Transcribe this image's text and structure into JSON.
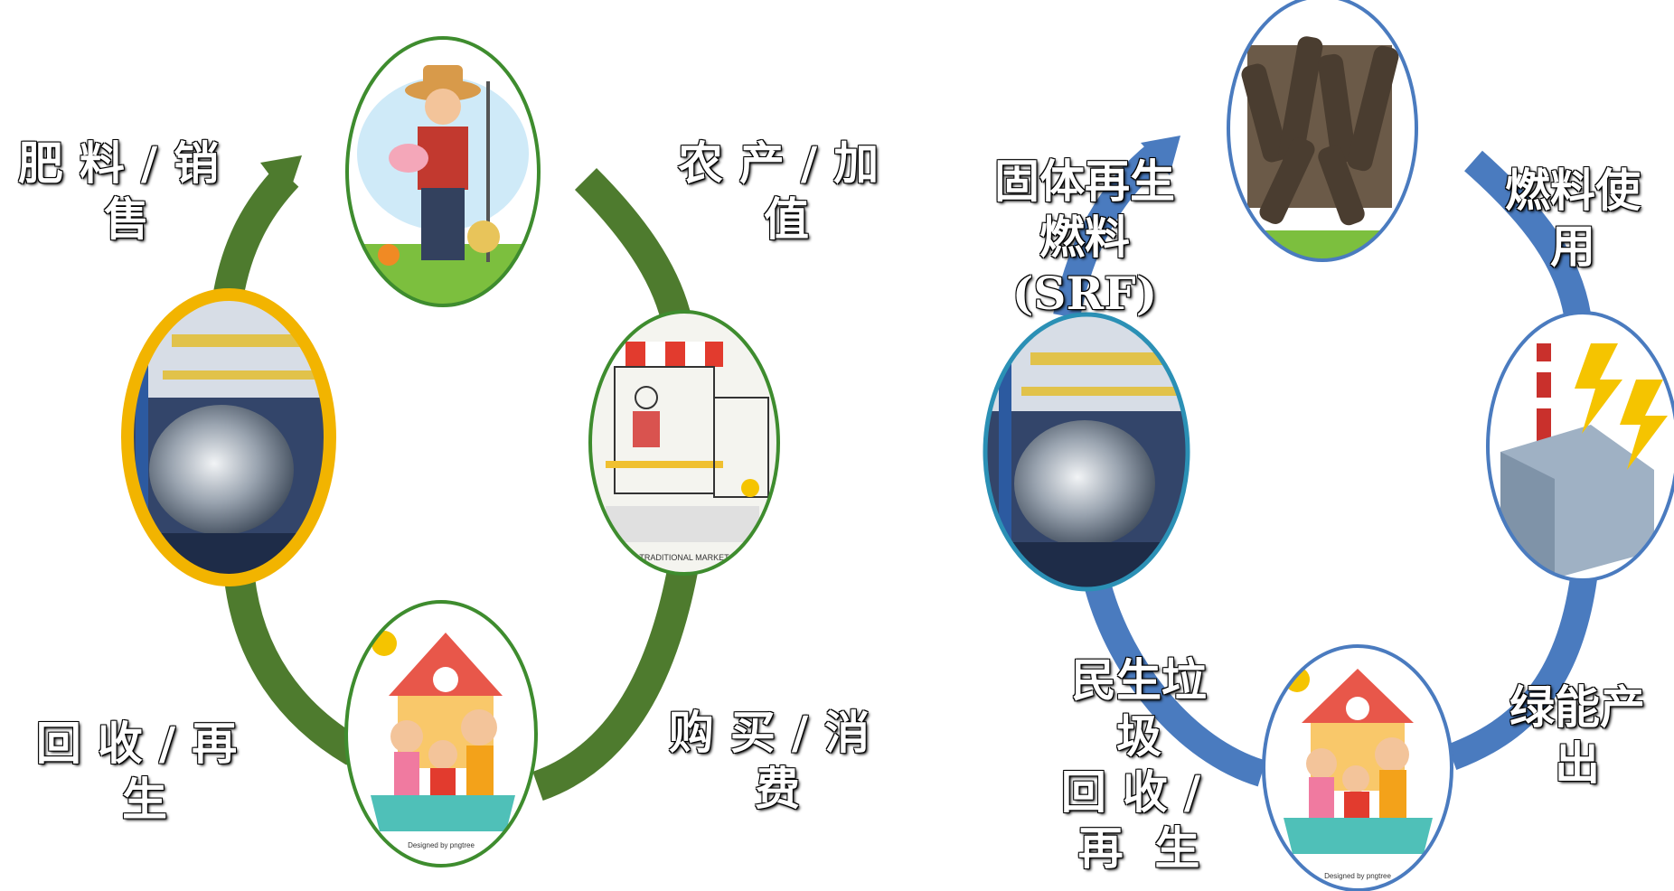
{
  "left_cycle": {
    "color": "#4e7b2e",
    "labels": {
      "fertilizer_l1": "肥料/销",
      "fertilizer_l2": "售",
      "agri_l1": "农产/加",
      "agri_l2": "值",
      "recycle_l1": "回收/再",
      "recycle_l2": "生",
      "consume_l1": "购买/消",
      "consume_l2": "费"
    },
    "market_caption": "TRADITIONAL MARKET",
    "pngtree_credit": "Designed by pngtree"
  },
  "right_cycle": {
    "color": "#4a7bbf",
    "labels": {
      "srf_l1": "固体再生",
      "srf_l2": "燃料",
      "srf_l3": "(SRF)",
      "fuel_l1": "燃料使",
      "fuel_l2": "用",
      "green_l1": "绿能产",
      "green_l2": "出",
      "waste_l1": "民生垃",
      "waste_l2": "圾",
      "waste_l3": "回收/",
      "waste_l4": "再  生"
    },
    "pngtree_credit": "Designed by pngtree"
  }
}
